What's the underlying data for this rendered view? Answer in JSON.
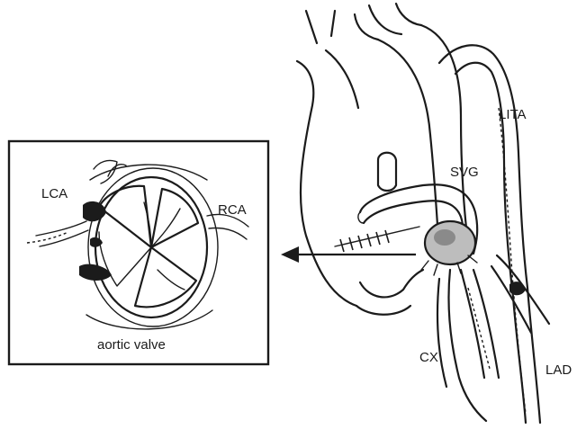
{
  "inset": {
    "labels": {
      "lca": "LCA",
      "rca": "RCA",
      "caption": "aortic valve"
    }
  },
  "heart": {
    "labels": {
      "lita": "LITA",
      "svg": "SVG",
      "cx": "CX",
      "lad": "LAD"
    }
  }
}
